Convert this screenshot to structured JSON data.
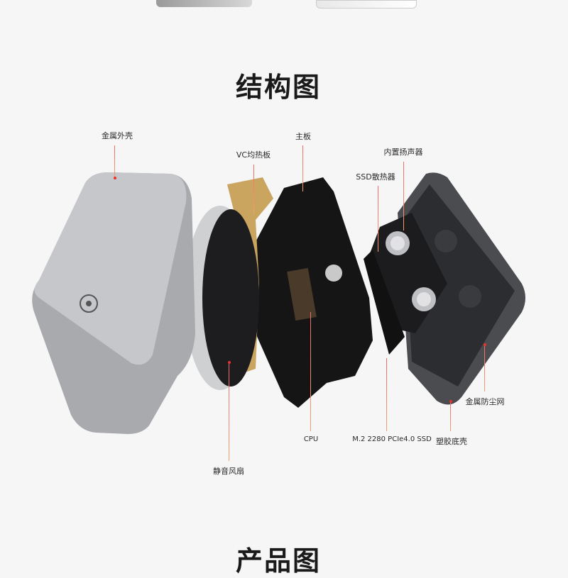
{
  "headings": {
    "structure": "结构图",
    "product": "产品图"
  },
  "labels": {
    "metal_shell": "金属外壳",
    "vc_plate": "VC均热板",
    "motherboard": "主板",
    "speaker": "内置扬声器",
    "ssd_heatsink": "SSD散热器",
    "dust_mesh": "金属防尘网",
    "plastic_base": "塑胶底壳",
    "ssd": "M.2 2280 PCIe4.0 SSD",
    "cpu": "CPU",
    "fan": "静音风扇"
  },
  "colors": {
    "accent_line": "#f06a6a",
    "dot": "#e8322a"
  }
}
